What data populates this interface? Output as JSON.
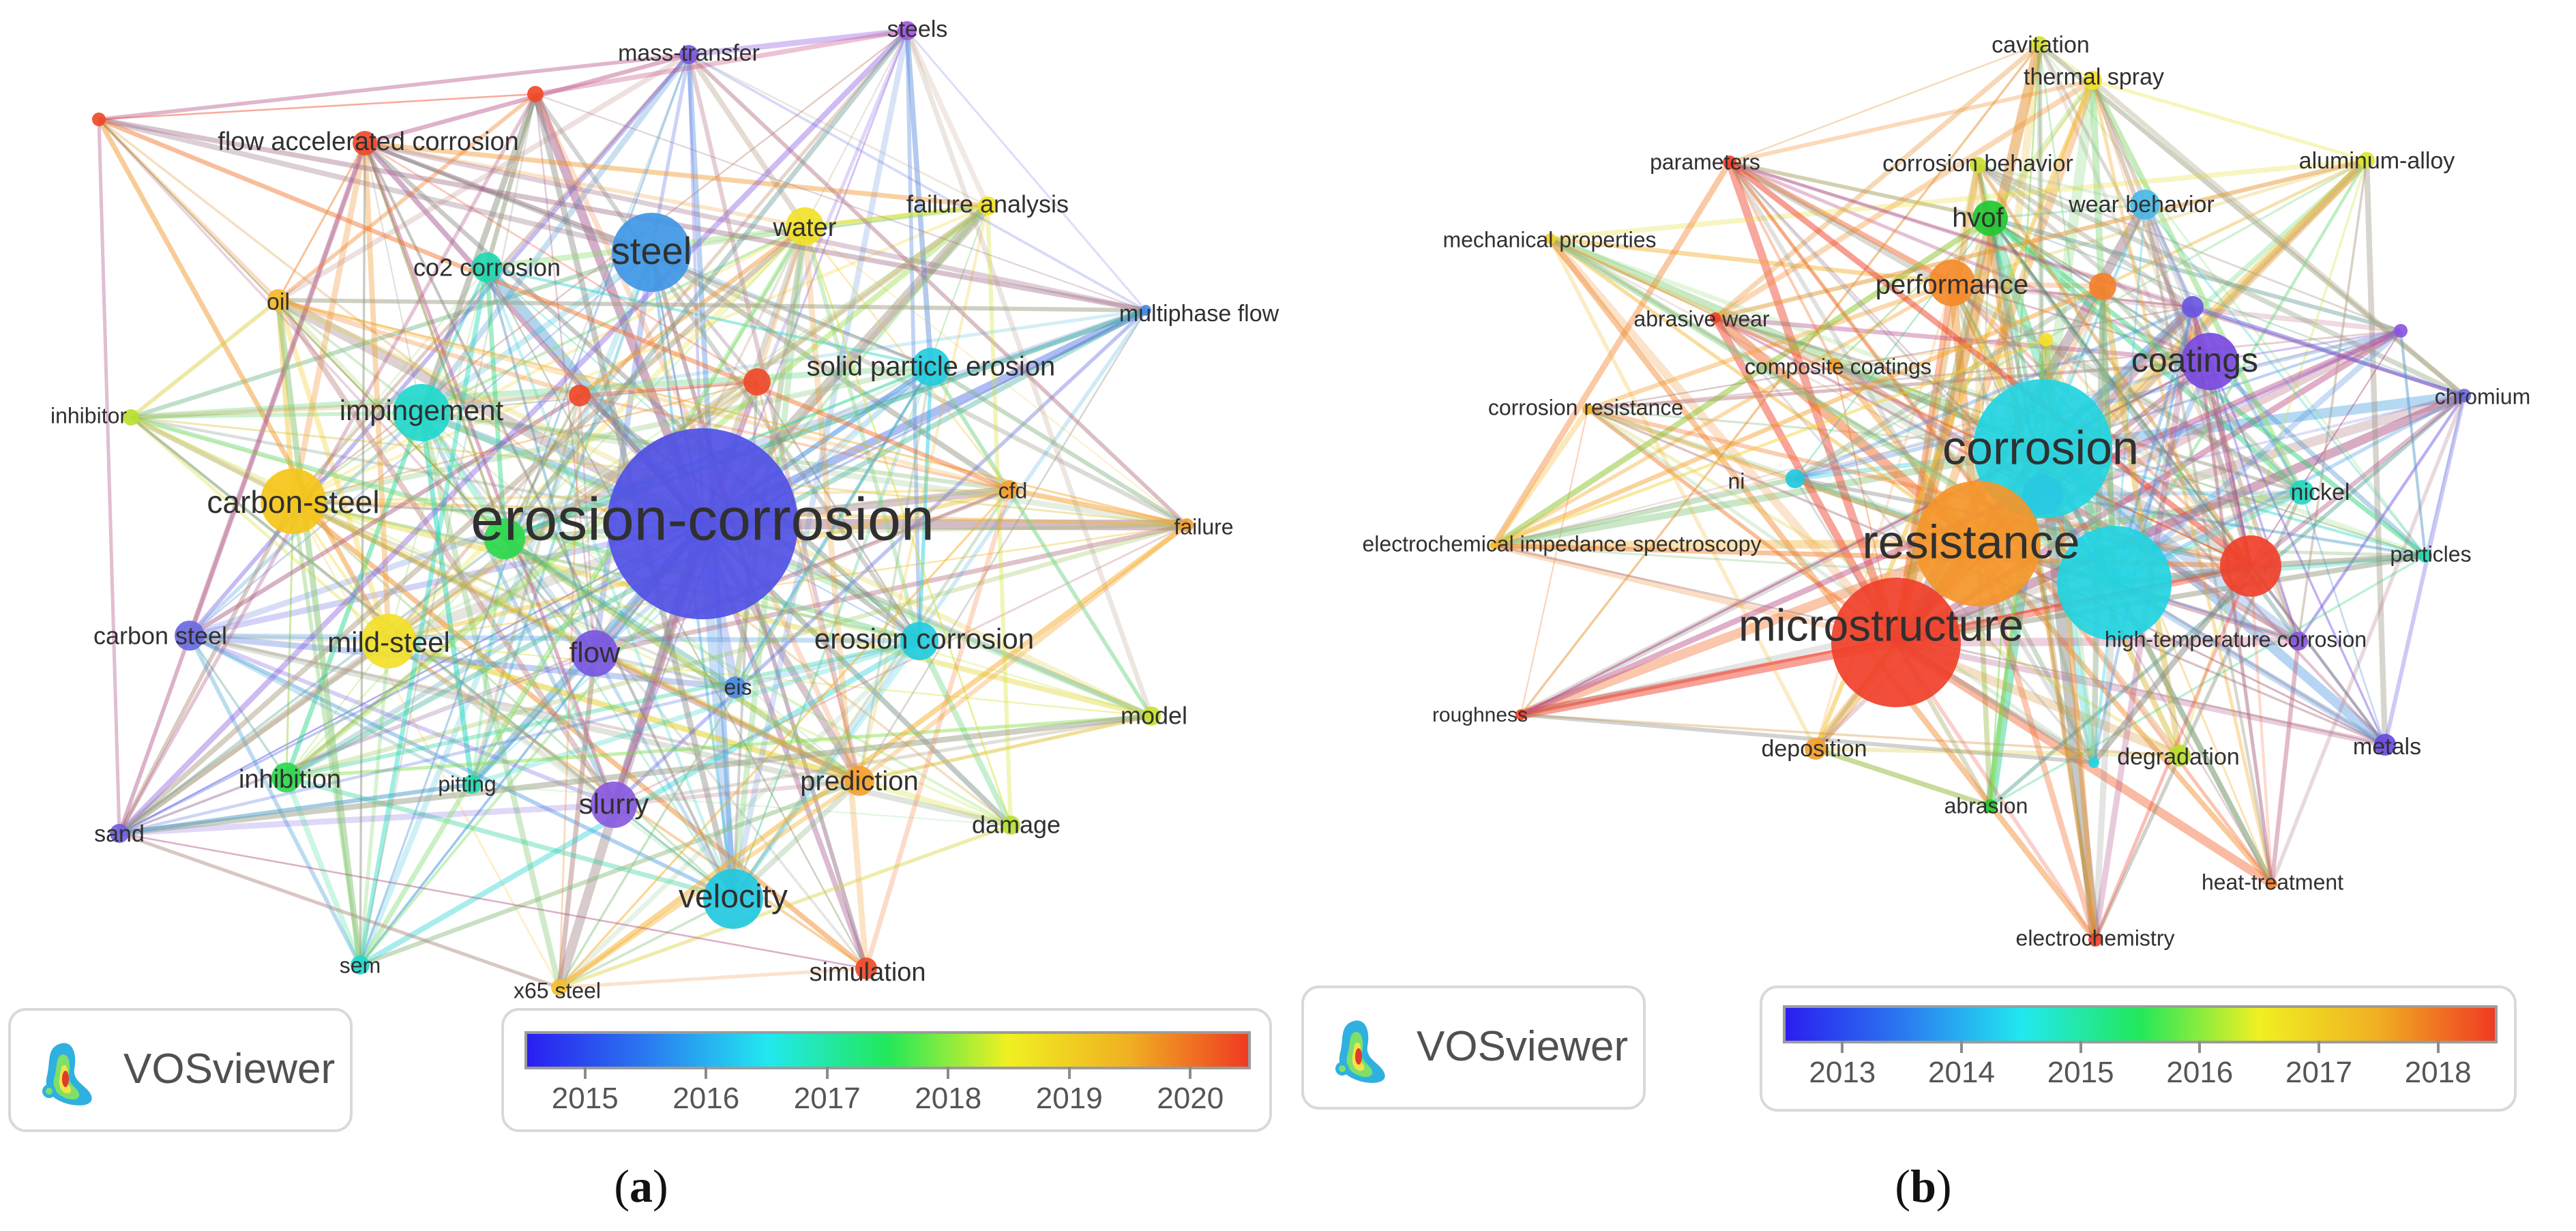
{
  "panel_a": {
    "caption_open": "(",
    "caption_letter": "a",
    "caption_close": ")",
    "logo_label": "VOSviewer",
    "legend_ticks": [
      "2015",
      "2016",
      "2017",
      "2018",
      "2019",
      "2020"
    ],
    "nodes": [
      {
        "label": "erosion-corrosion",
        "color": "#5050e6"
      },
      {
        "label": "steel",
        "color": "#3f97e5"
      },
      {
        "label": "carbon-steel",
        "color": "#f5c518"
      },
      {
        "label": "impingement",
        "color": "#22d8cc"
      },
      {
        "label": "mild-steel",
        "color": "#f2e12a"
      },
      {
        "label": "carbon steel",
        "color": "#6a6ae0"
      },
      {
        "label": "flow",
        "color": "#7a56e0"
      },
      {
        "label": "erosion corrosion",
        "color": "#22ccde"
      },
      {
        "label": "velocity",
        "color": "#22c8e0"
      },
      {
        "label": "slurry",
        "color": "#8a5ae0"
      },
      {
        "label": "prediction",
        "color": "#f5a030"
      },
      {
        "label": "inhibition",
        "color": "#2ed84e"
      },
      {
        "label": "solid particle erosion",
        "color": "#22ccde"
      },
      {
        "label": "co2 corrosion",
        "color": "#22d8b0"
      },
      {
        "label": "water",
        "color": "#f2e12a"
      },
      {
        "label": "flow accelerated corrosion",
        "color": "#f04a2a"
      },
      {
        "label": "mass-transfer",
        "color": "#7a56e0"
      },
      {
        "label": "steels",
        "color": "#a058e0"
      },
      {
        "label": "failure analysis",
        "color": "#f2e12a"
      },
      {
        "label": "multiphase flow",
        "color": "#4a8ae0"
      },
      {
        "label": "oil",
        "color": "#f5b82a"
      },
      {
        "label": "inhibitor",
        "color": "#b8e030"
      },
      {
        "label": "cfd",
        "color": "#f5a030"
      },
      {
        "label": "failure",
        "color": "#f5a030"
      },
      {
        "label": "model",
        "color": "#c8e030"
      },
      {
        "label": "damage",
        "color": "#b8e030"
      },
      {
        "label": "simulation",
        "color": "#f04a2a"
      },
      {
        "label": "x65 steel",
        "color": "#f5c030"
      },
      {
        "label": "sem",
        "color": "#22d8cc"
      },
      {
        "label": "pitting",
        "color": "#22d8b0"
      },
      {
        "label": "eis",
        "color": "#4a8ae0"
      },
      {
        "label": "sand",
        "color": "#7060e0"
      }
    ]
  },
  "panel_b": {
    "caption_open": "(",
    "caption_letter": "b",
    "caption_close": ")",
    "logo_label": "VOSviewer",
    "legend_ticks": [
      "2013",
      "2014",
      "2015",
      "2016",
      "2017",
      "2018"
    ],
    "nodes": [
      {
        "label": "corrosion",
        "color": "#22d4e2"
      },
      {
        "label": "resistance",
        "color": "#f5962a"
      },
      {
        "label": "microstructure",
        "color": "#f0402a"
      },
      {
        "label": "coatings",
        "color": "#7a4ae0"
      },
      {
        "label": "performance",
        "color": "#f58a2a"
      },
      {
        "label": "hvof",
        "color": "#22c830"
      },
      {
        "label": "cavitation",
        "color": "#d8e030"
      },
      {
        "label": "thermal spray",
        "color": "#f5e02a"
      },
      {
        "label": "corrosion behavior",
        "color": "#c8e030"
      },
      {
        "label": "aluminum-alloy",
        "color": "#d8e830"
      },
      {
        "label": "parameters",
        "color": "#f0402a"
      },
      {
        "label": "wear behavior",
        "color": "#4ab8e8"
      },
      {
        "label": "mechanical properties",
        "color": "#f5d02a"
      },
      {
        "label": "abrasive wear",
        "color": "#f0402a"
      },
      {
        "label": "composite coatings",
        "color": "#f5a02a"
      },
      {
        "label": "corrosion resistance",
        "color": "#f5b02a"
      },
      {
        "label": "chromium",
        "color": "#6a6ae0"
      },
      {
        "label": "ni",
        "color": "#22c8de"
      },
      {
        "label": "nickel",
        "color": "#22d8c0"
      },
      {
        "label": "electrochemical impedance spectroscopy",
        "color": "#f5c02a"
      },
      {
        "label": "particles",
        "color": "#22d8b0"
      },
      {
        "label": "high-temperature corrosion",
        "color": "#8a56e0"
      },
      {
        "label": "roughness",
        "color": "#f0402a"
      },
      {
        "label": "deposition",
        "color": "#f5a02a"
      },
      {
        "label": "degradation",
        "color": "#b8e030"
      },
      {
        "label": "metals",
        "color": "#6a4ae0"
      },
      {
        "label": "abrasion",
        "color": "#22c830"
      },
      {
        "label": "heat-treatment",
        "color": "#f5802a"
      },
      {
        "label": "electrochemistry",
        "color": "#f0402a"
      }
    ]
  }
}
